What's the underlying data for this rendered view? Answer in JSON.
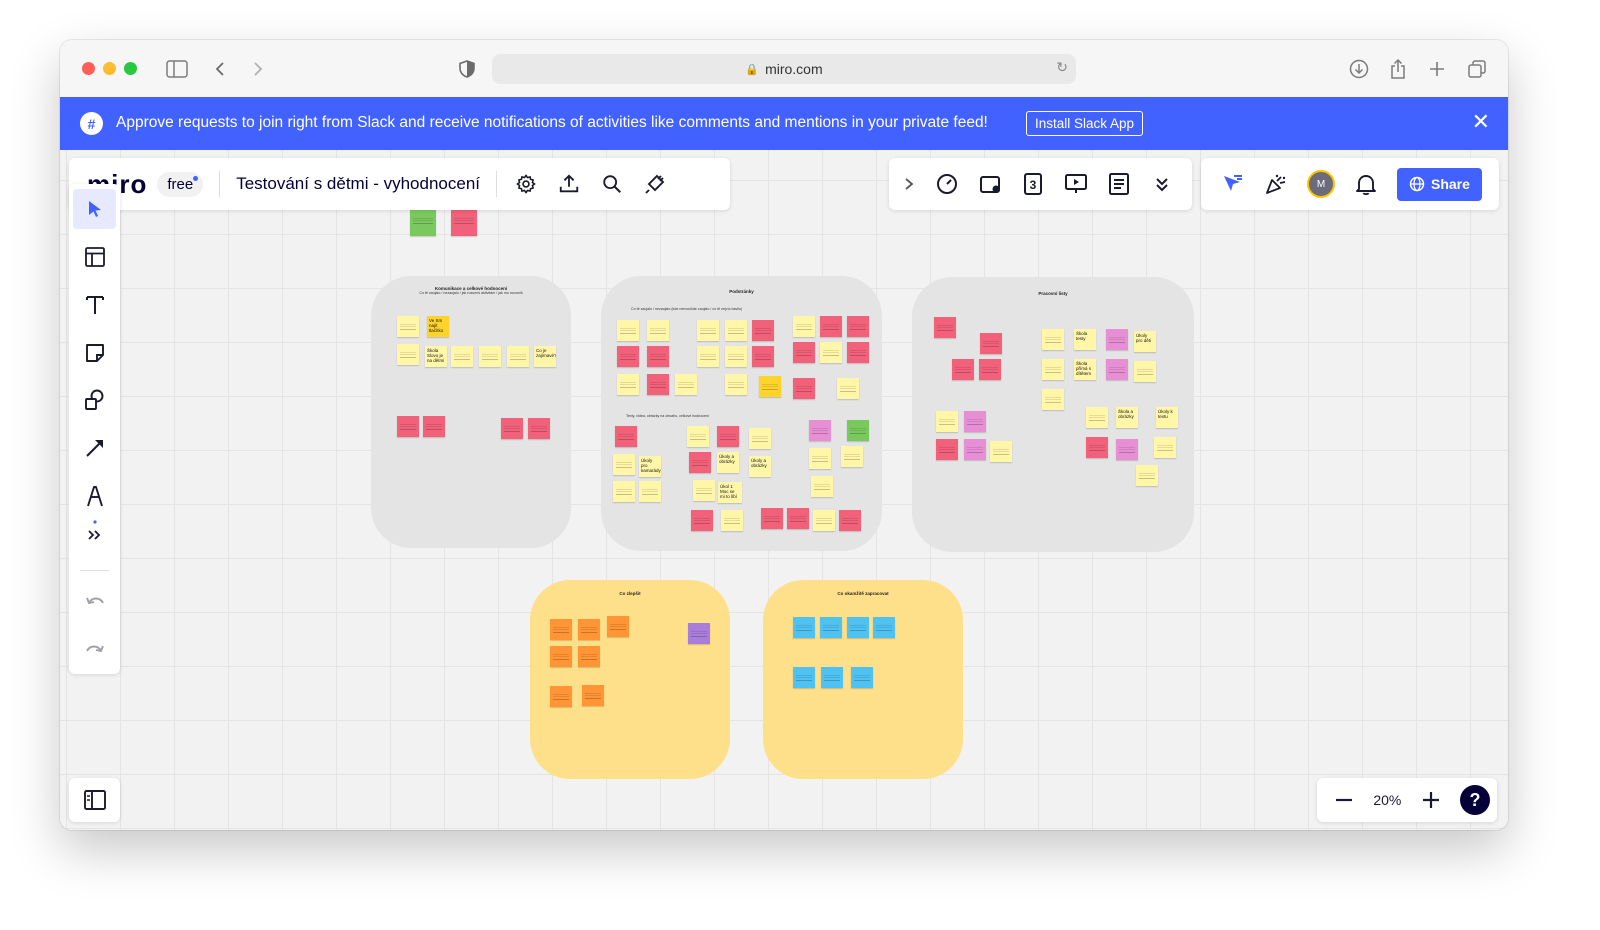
{
  "browser": {
    "url": "miro.com"
  },
  "banner": {
    "message": "Approve requests to join right from Slack and receive notifications of activities like comments and mentions in your private feed!",
    "button": "Install Slack App"
  },
  "toolbar": {
    "logo": "miro",
    "plan": "free",
    "board_title": "Testování s dětmi - vyhodnocení",
    "timer_count": "3",
    "share_label": "Share",
    "avatar_initial": "M"
  },
  "zoom": {
    "level": "20%",
    "help": "?"
  },
  "frames": {
    "f1": {
      "title": "Komunikace a celkové hodnocení",
      "subtitle": "Co tě zaujalo / nezaujalo / jak rozumíš aktivitám / jak mu rozumíš"
    },
    "f2": {
      "title": "Podstránky",
      "subtitle": "Co tě zaujalo / nezaujalo (kde nemoc/kde zaujalo / co tě nejvíc bavilo)",
      "section2": "Texty, videa, obrázky na obsahu, celkové hodnocení"
    },
    "f3": {
      "title": "Pracovní listy"
    },
    "f4": {
      "title": "Co zlepšit"
    },
    "f5": {
      "title": "Co okamžitě zapracovat"
    }
  },
  "notes_text": {
    "n1": "Ve Sm najít tlačítko",
    "n2": "Škola Slovo je na dětmi",
    "n3": "Co je zajímavé?",
    "n4": "Úkoly pro kamarády",
    "n5": "Úkoly a obrázky",
    "n6": "Úkoly a obrázky",
    "n7": "Úkol 1 Moc se mi to líbí",
    "n8": "Škola testy",
    "n9": "Úkoly pro děti",
    "n10": "Škola přímá s dítětem",
    "n11": "Škola a obrázky",
    "n12": "Úkoly k textu"
  },
  "colors": {
    "accent": "#4262ff",
    "frame_gray": "#e4e4e4",
    "frame_yellow": "#ffe08a"
  }
}
